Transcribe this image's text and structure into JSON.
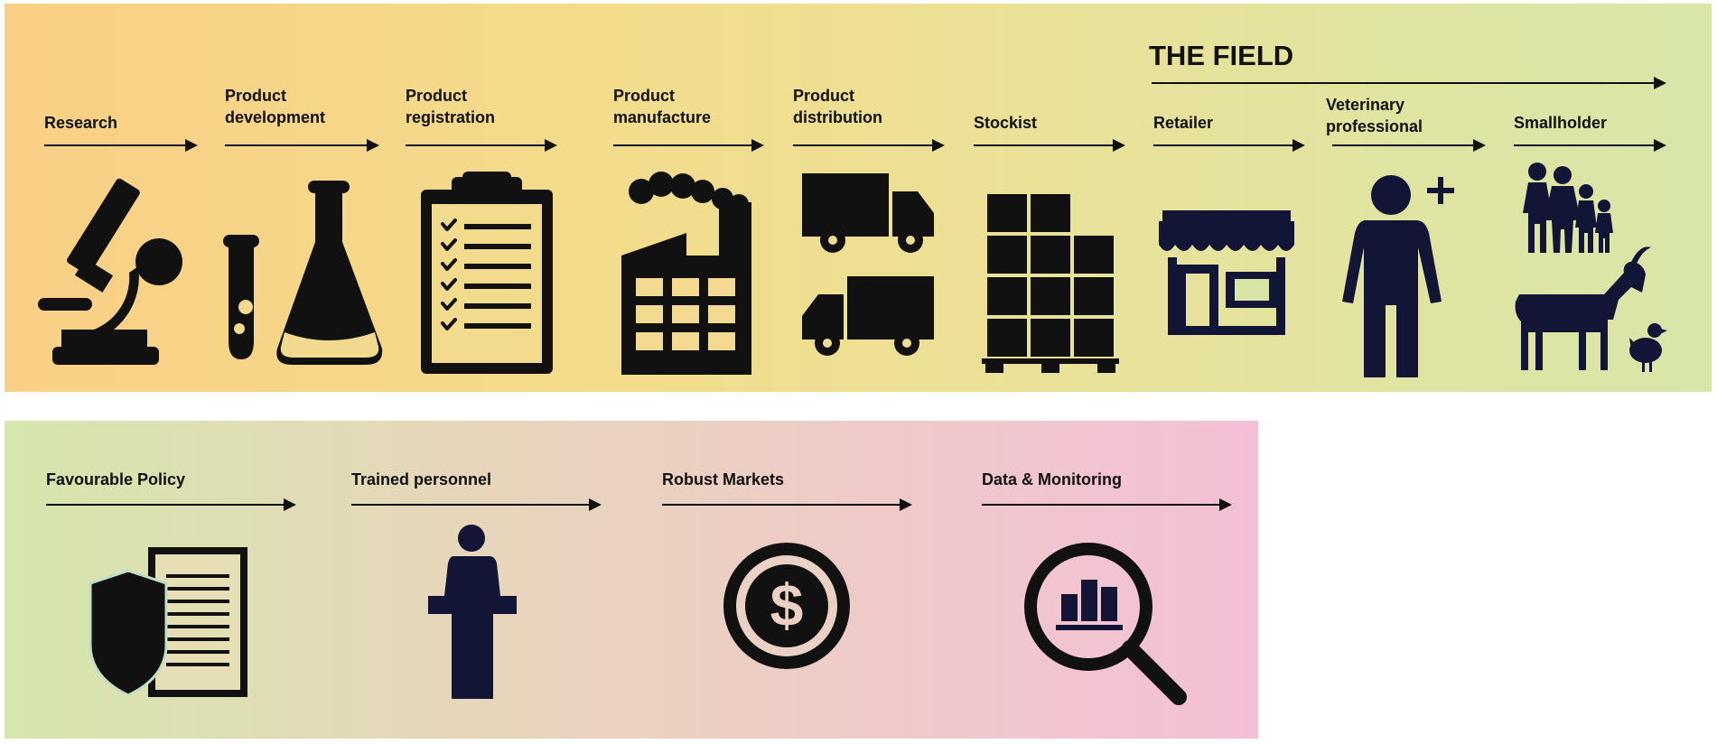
{
  "field_title": "THE FIELD",
  "top_stages": [
    {
      "label": "Research",
      "icon": "microscope-icon"
    },
    {
      "label": "Product\ndevelopment",
      "icon": "lab-flask-icon"
    },
    {
      "label": "Product\nregistration",
      "icon": "clipboard-checklist-icon"
    },
    {
      "label": "Product\nmanufacture",
      "icon": "factory-icon"
    },
    {
      "label": "Product\ndistribution",
      "icon": "trucks-icon"
    },
    {
      "label": "Stockist",
      "icon": "pallet-boxes-icon"
    },
    {
      "label": "Retailer",
      "icon": "shop-icon"
    },
    {
      "label": "Veterinary\nprofessional",
      "icon": "vet-person-plus-icon"
    },
    {
      "label": "Smallholder",
      "icon": "family-livestock-icon"
    }
  ],
  "bottom_stages": [
    {
      "label": "Favourable Policy",
      "icon": "policy-shield-document-icon"
    },
    {
      "label": "Trained personnel",
      "icon": "person-podium-icon"
    },
    {
      "label": "Robust Markets",
      "icon": "dollar-coin-icon"
    },
    {
      "label": "Data & Monitoring",
      "icon": "magnifier-chart-icon"
    }
  ],
  "colors": {
    "icon_black": "#111111",
    "icon_navy": "#121536",
    "top_band_start": "#f9cf85",
    "top_band_end": "#d8e6aa",
    "bottom_band_start": "#d6e6ac",
    "bottom_band_end": "#f4bfd6"
  }
}
